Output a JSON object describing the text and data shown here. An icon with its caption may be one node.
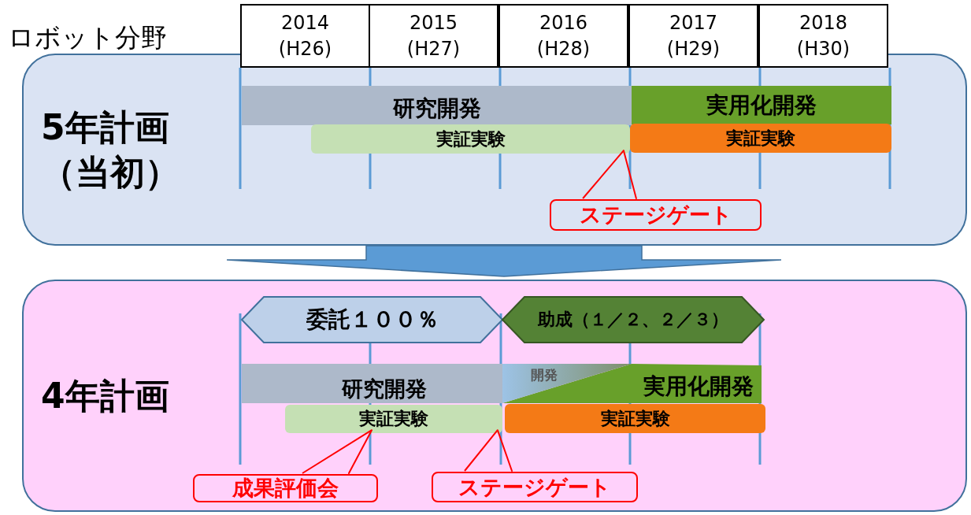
{
  "diagram": {
    "title": "ロボット分野",
    "nodes": [
      {
        "text": [
          "2014 (H26)"
        ]
      },
      {
        "text": [
          "2015 (H27)"
        ]
      },
      {
        "text": [
          "2016 (H28)"
        ]
      },
      {
        "text": [
          "2017 (H29)"
        ]
      },
      {
        "text": [
          "2018 (H30)"
        ]
      },
      {
        "text": [
          "5年計画（当初）"
        ]
      },
      {
        "text": [
          "研究開発"
        ],
        "in": 5
      },
      {
        "text": [
          "実証実験"
        ],
        "in": 5
      },
      {
        "text": [
          "実用化開発"
        ],
        "in": 5
      },
      {
        "text": [
          "実証実験"
        ],
        "in": 5
      },
      {
        "text": [
          "ステージゲート"
        ],
        "in": 5
      },
      {
        "text": [
          "4年計画"
        ]
      },
      {
        "text": [
          "委託１００％"
        ],
        "in": 11
      },
      {
        "text": [
          "助成（１／２、２／３）"
        ],
        "in": 11
      },
      {
        "text": [
          "研究開発"
        ],
        "in": 11
      },
      {
        "text": [
          "開発"
        ],
        "in": 11
      },
      {
        "text": [
          "実用化開発"
        ],
        "in": 11
      },
      {
        "text": [
          "実証実験"
        ],
        "in": 11
      },
      {
        "text": [
          "実証実験"
        ],
        "in": 11
      },
      {
        "text": [
          "成果評価会"
        ],
        "in": 11
      },
      {
        "text": [
          "ステージゲート"
        ],
        "in": 11
      }
    ],
    "edges": [
      {
        "from": 10,
        "to": 7,
        "arrow": "none",
        "color": "#ff0000"
      },
      {
        "from": 5,
        "to": 11,
        "arrow": "to"
      },
      {
        "from": 19,
        "to": 17,
        "arrow": "none",
        "color": "#ff0000"
      },
      {
        "from": 20,
        "to": 17,
        "arrow": "none",
        "color": "#ff0000"
      }
    ]
  }
}
